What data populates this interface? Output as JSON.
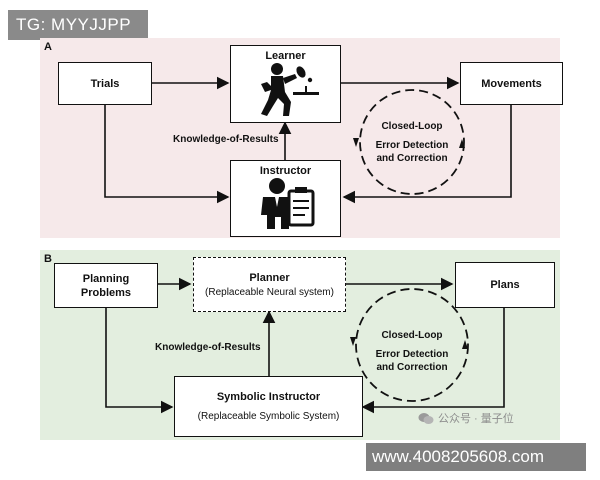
{
  "watermark_top": "TG: MYYJJPP",
  "watermark_bottom": "www.4008205608.com",
  "wechat_mark": "公众号 · 量子位",
  "panel_a": {
    "letter": "A",
    "trials": "Trials",
    "learner": "Learner",
    "movements": "Movements",
    "instructor": "Instructor",
    "feedback_label": "Knowledge-of-Results",
    "loop_title": "Closed-Loop",
    "loop_line1": "Error Detection",
    "loop_line2": "and Correction"
  },
  "panel_b": {
    "letter": "B",
    "planning_line1": "Planning",
    "planning_line2": "Problems",
    "planner": "Planner",
    "planner_sub": "(Replaceable Neural system)",
    "plans": "Plans",
    "symbolic_instructor": "Symbolic Instructor",
    "symbolic_sub": "(Replaceable Symbolic System)",
    "feedback_label": "Knowledge-of-Results",
    "loop_title": "Closed-Loop",
    "loop_line1": "Error Detection",
    "loop_line2": "and Correction"
  },
  "colors": {
    "panel_a_bg": "#f6e9ea",
    "panel_b_bg": "#e3eedf",
    "line": "#111111"
  },
  "icons": [
    "ping-pong-player-icon",
    "instructor-clipboard-icon",
    "wechat-icon"
  ]
}
